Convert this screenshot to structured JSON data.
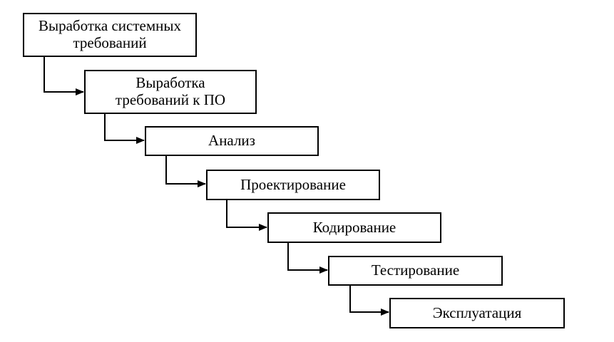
{
  "diagram": {
    "stages": [
      {
        "label": "Выработка системных\nтребований"
      },
      {
        "label": "Выработка\nтребований к ПО"
      },
      {
        "label": "Анализ"
      },
      {
        "label": "Проектирование"
      },
      {
        "label": "Кодирование"
      },
      {
        "label": "Тестирование"
      },
      {
        "label": "Эксплуатация"
      }
    ]
  }
}
